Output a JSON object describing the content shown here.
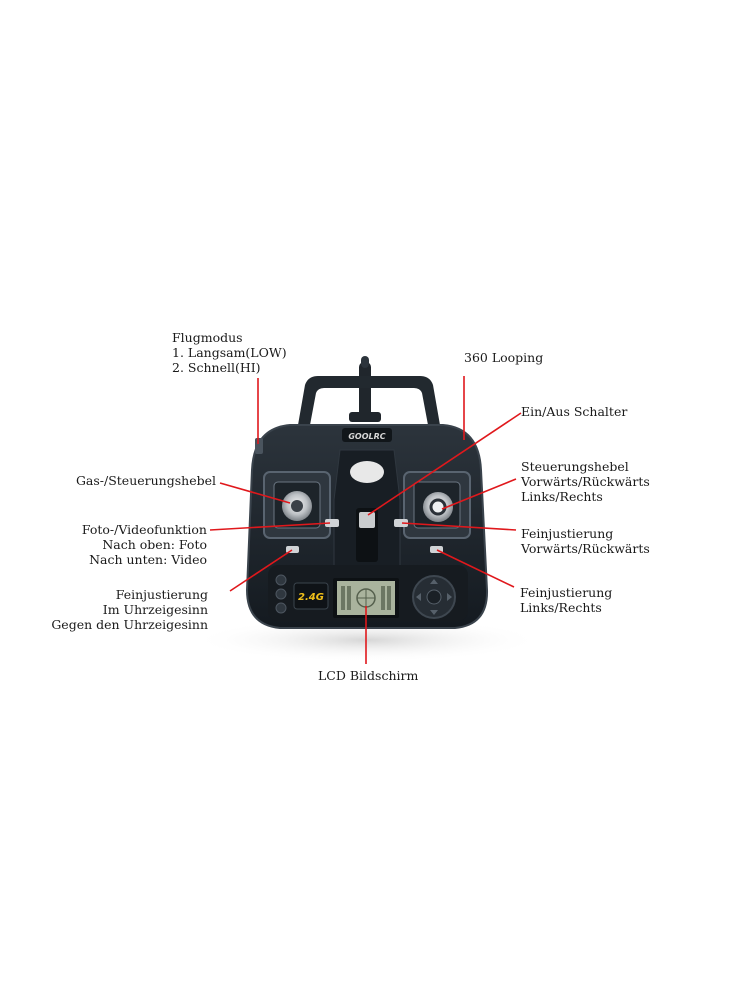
{
  "colors": {
    "callout_line": "#e0181c",
    "body": "#1c2228",
    "body_edge": "#3a434c",
    "text": "#1a1a1a",
    "lcd": "#a9b39d"
  },
  "controller": {
    "brand": "GOOLRC",
    "band_badge": "2.4G"
  },
  "labels": {
    "flight_mode": {
      "title": "Flugmodus",
      "line1": "1. Langsam(LOW)",
      "line2": "2. Schnell(HI)"
    },
    "looping": "360 Looping",
    "power_switch": "Ein/Aus Schalter",
    "throttle_stick": "Gas-/Steuerungshebel",
    "right_stick": {
      "line1": "Steuerungshebel",
      "line2": "Vorwärts/Rückwärts",
      "line3": "Links/Rechts"
    },
    "photo_video": {
      "line1": "Foto-/Videofunktion",
      "line2": "Nach oben: Foto",
      "line3": "Nach unten: Video"
    },
    "trim_forward": {
      "line1": "Feinjustierung",
      "line2": "Vorwärts/Rückwärts"
    },
    "trim_rotation": {
      "line1": "Feinjustierung",
      "line2": "Im Uhrzeigesinn",
      "line3": "Gegen den Uhrzeigesinn"
    },
    "trim_lateral": {
      "line1": "Feinjustierung",
      "line2": "Links/Rechts"
    },
    "lcd": "LCD Bildschirm"
  }
}
